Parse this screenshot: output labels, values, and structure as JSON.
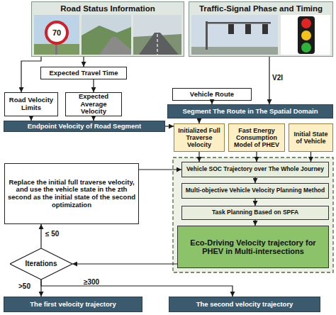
{
  "diagram": {
    "nodes": [
      {
        "text": [
          "Road Status Information"
        ]
      },
      {
        "text": [
          "Traffic-Signal Phase and Timing"
        ]
      },
      {
        "text": [
          "Expected Travel Time"
        ]
      },
      {
        "text": [
          "Vehicle Route"
        ]
      },
      {
        "text": [
          "Road Velocity Limits"
        ]
      },
      {
        "text": [
          "Expected Average Velocity"
        ]
      },
      {
        "text": [
          "Segment The Route in The Spatial Domain"
        ]
      },
      {
        "text": [
          "Endpoint Velocity of Road Segment"
        ]
      },
      {
        "text": [
          "Initialized Full Traverse Velocity"
        ]
      },
      {
        "text": [
          "Fast Energy Consumption Model of PHEV"
        ]
      },
      {
        "text": [
          "Initial State of Vehicle"
        ]
      },
      {
        "text": [
          "Vehicle SOC Trajectory over The Whole Journey"
        ]
      },
      {
        "text": [
          "Multi-objective Vehicle Velocity Planning Method"
        ]
      },
      {
        "text": [
          "Task Planning Based on SPFA"
        ]
      },
      {
        "text": [
          "Eco-Driving Velocity trajectory for PHEV in Multi-intersections"
        ]
      },
      {
        "text": [
          "Replace the initial full traverse velocity, and use the vehicle state in the zth second as the initial state of the second optimization"
        ]
      },
      {
        "text": [
          "Iterations"
        ]
      },
      {
        "text": [
          "The first velocity trajectory"
        ]
      },
      {
        "text": [
          "The second velocity trajectory"
        ]
      }
    ],
    "edges": [
      {
        "from": 0,
        "to": 2,
        "arrow": "to"
      },
      {
        "from": 0,
        "to": 4,
        "arrow": "to"
      },
      {
        "from": 2,
        "to": 5,
        "arrow": "to"
      },
      {
        "from": 1,
        "to": 6,
        "arrow": "to",
        "label": "V2I"
      },
      {
        "from": 3,
        "to": 6,
        "arrow": "to"
      },
      {
        "from": 4,
        "to": 7,
        "arrow": "to"
      },
      {
        "from": 5,
        "to": 7,
        "arrow": "to"
      },
      {
        "from": 6,
        "to": 8,
        "arrow": "to"
      },
      {
        "from": 7,
        "to": 8,
        "arrow": "to"
      },
      {
        "from": 8,
        "to": 11,
        "arrow": "to"
      },
      {
        "from": 9,
        "to": 11,
        "arrow": "to"
      },
      {
        "from": 10,
        "to": 11,
        "arrow": "to"
      },
      {
        "from": 15,
        "to": 11,
        "arrow": "to"
      },
      {
        "from": 11,
        "to": 12,
        "arrow": "to"
      },
      {
        "from": 12,
        "to": 13,
        "arrow": "to"
      },
      {
        "from": 13,
        "to": 14,
        "arrow": "to"
      },
      {
        "from": 14,
        "to": 16,
        "arrow": "to"
      },
      {
        "from": 16,
        "to": 15,
        "arrow": "to",
        "label": "≤ 50"
      },
      {
        "from": 16,
        "to": 17,
        "arrow": "to",
        "label": ">50"
      },
      {
        "from": 16,
        "to": 18,
        "arrow": "to",
        "label": "≥300"
      }
    ],
    "labels": [
      "70"
    ]
  }
}
